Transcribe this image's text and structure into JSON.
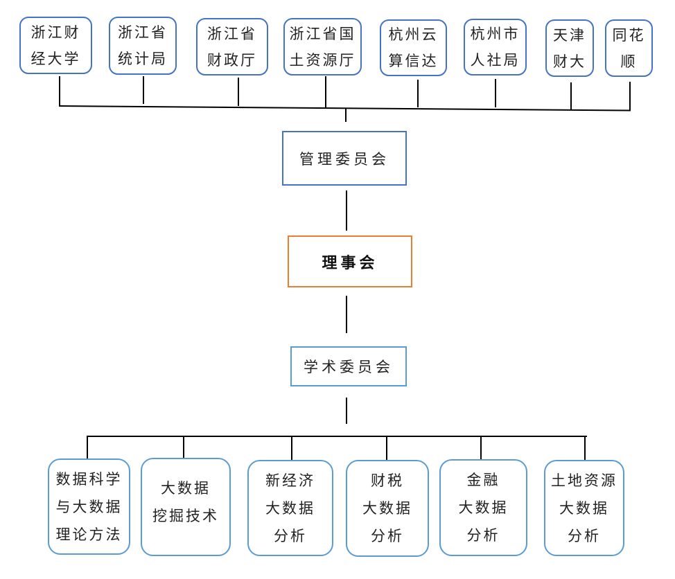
{
  "diagram": {
    "title": "Organization structure",
    "colors": {
      "member_border": "#4472c4",
      "management_border": "#4472c4",
      "board_border": "#ed7d31",
      "academic_border": "#5b9bd5",
      "lab_border": "#5b9bd5",
      "connector": "#000000"
    },
    "members": [
      {
        "lines": [
          "浙江财",
          "经大学"
        ]
      },
      {
        "lines": [
          "浙江省",
          "统计局"
        ]
      },
      {
        "lines": [
          "浙江省",
          "财政厅"
        ]
      },
      {
        "lines": [
          "浙江省国",
          "土资源厅"
        ]
      },
      {
        "lines": [
          "杭州云",
          "算信达"
        ]
      },
      {
        "lines": [
          "杭州市",
          "人社局"
        ]
      },
      {
        "lines": [
          "天津",
          "财大"
        ]
      },
      {
        "lines": [
          "同花",
          "顺"
        ]
      }
    ],
    "management_committee": "管理委员会",
    "board": "理事会",
    "academic_committee": "学术委员会",
    "research_units": [
      {
        "lines": [
          "数据科学",
          "与大数据",
          "理论方法"
        ]
      },
      {
        "lines": [
          "大数据",
          "挖掘技术"
        ]
      },
      {
        "lines": [
          "新经济",
          "大数据",
          "分析"
        ]
      },
      {
        "lines": [
          "财税",
          "大数据",
          "分析"
        ]
      },
      {
        "lines": [
          "金融",
          "大数据",
          "分析"
        ]
      },
      {
        "lines": [
          "土地资源",
          "大数据",
          "分析"
        ]
      }
    ]
  }
}
